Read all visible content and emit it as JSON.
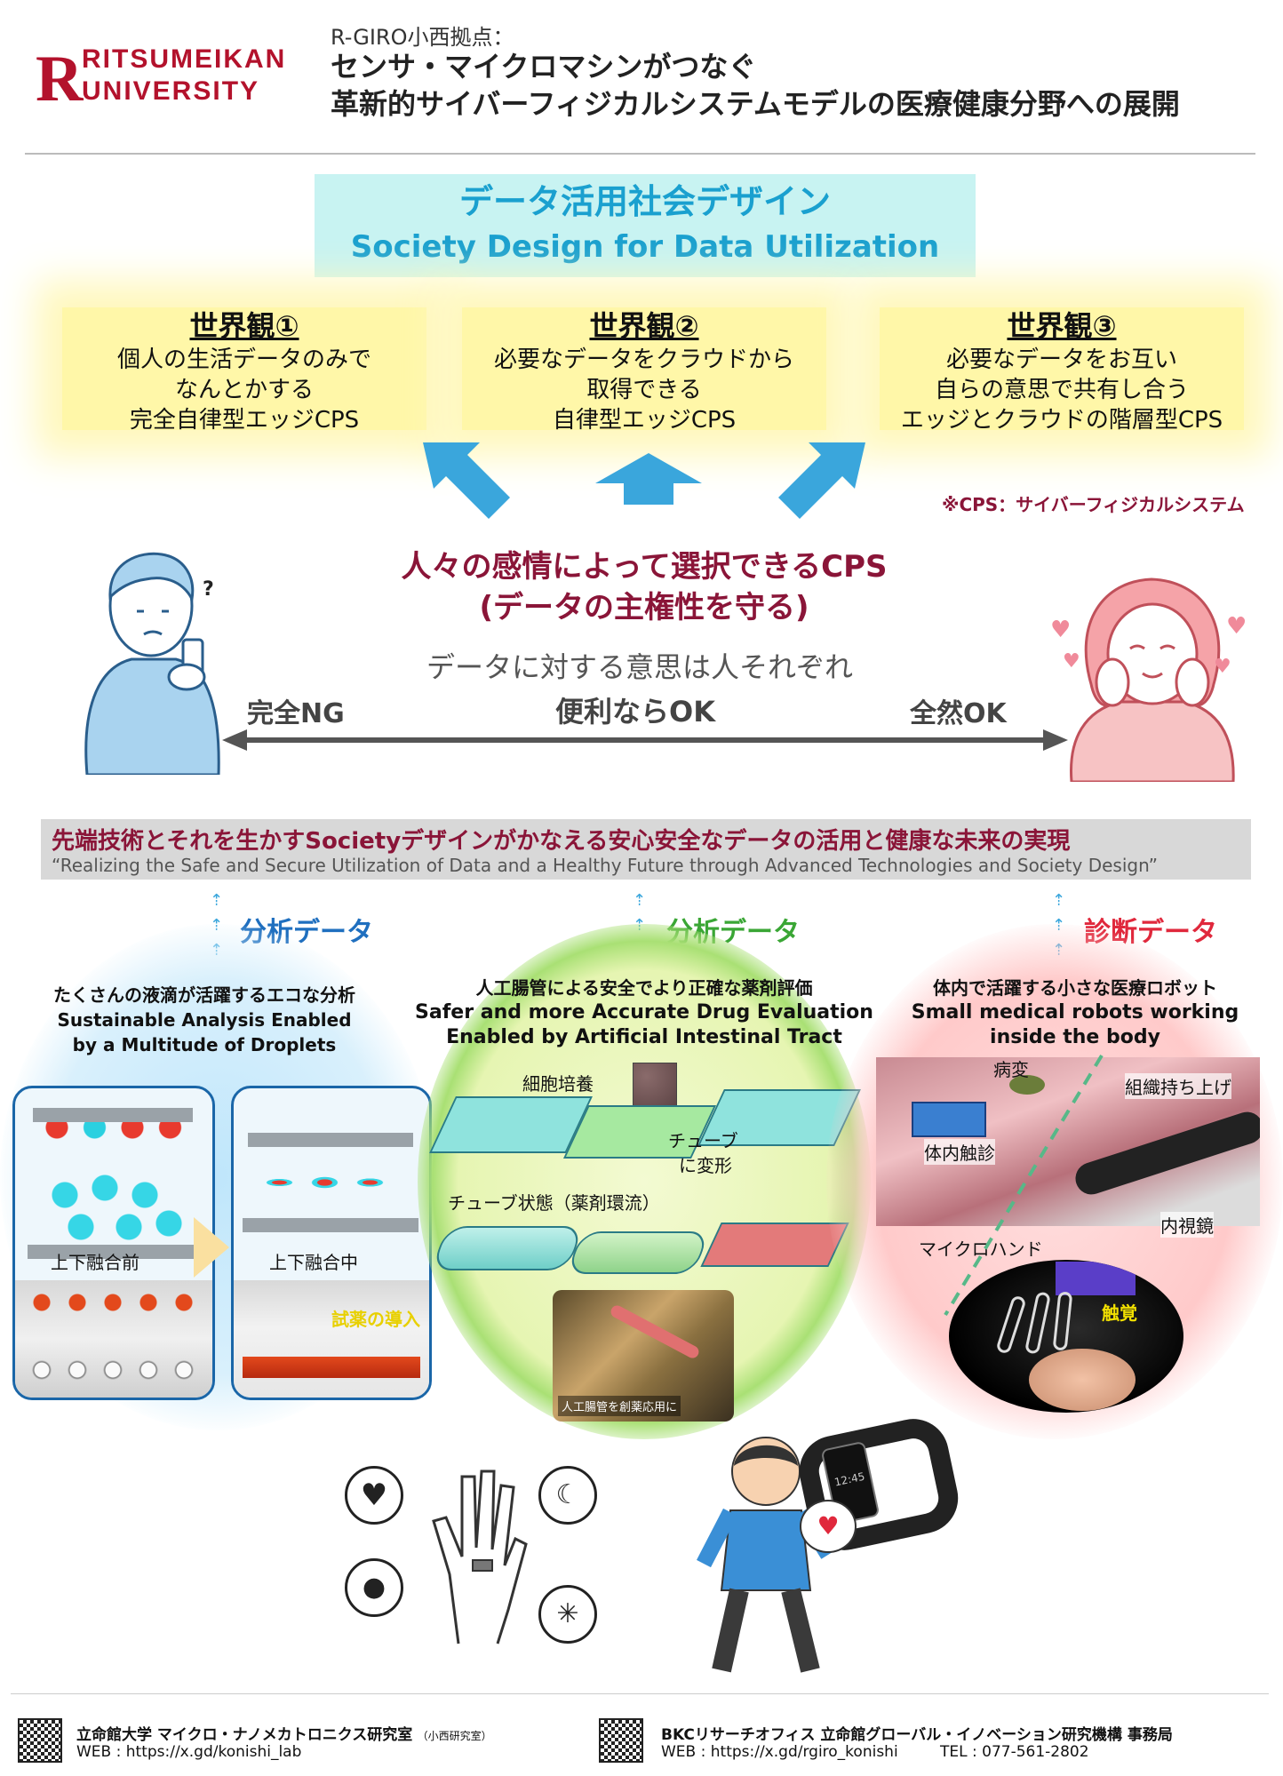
{
  "header": {
    "logo_r": "R",
    "logo_line1": "RITSUMEIKAN",
    "logo_line2": "UNIVERSITY",
    "subtitle": "R-GIRO小西拠点：",
    "title_line1": "センサ・マイクロマシンがつなぐ",
    "title_line2": "革新的サイバーフィジカルシステムモデルの医療健康分野への展開"
  },
  "society": {
    "jp": "データ活用社会デザイン",
    "en": "Society Design for Data Utilization"
  },
  "worldviews": [
    {
      "title": "世界観①",
      "lines": [
        "個人の生活データのみで",
        "なんとかする",
        "完全自律型エッジCPS"
      ]
    },
    {
      "title": "世界観②",
      "lines": [
        "必要なデータをクラウドから",
        "取得できる",
        "自律型エッジCPS"
      ]
    },
    {
      "title": "世界観③",
      "lines": [
        "必要なデータをお互い",
        "自らの意思で共有し合う",
        "エッジとクラウドの階層型CPS"
      ]
    }
  ],
  "cps_note": "※CPS：サイバーフィジカルシステム",
  "emotion": {
    "line1": "人々の感情によって選択できるCPS",
    "line2": "(データの主権性を守る)",
    "intent": "データに対する意思は人それぞれ",
    "left": "完全NG",
    "center": "便利ならOK",
    "right": "全然OK",
    "question": "?"
  },
  "banner": {
    "jp": "先端技術とそれを生かすSocietyデザインがかなえる安心安全なデータの活用と健康な未来の実現",
    "en": "“Realizing the Safe and Secure Utilization of Data and a Healthy Future through Advanced Technologies and Society Design”"
  },
  "data_labels": [
    {
      "text": "分析データ",
      "color": "#1f6fbf"
    },
    {
      "text": "分析データ",
      "color": "#3aa635"
    },
    {
      "text": "診断データ",
      "color": "#e0283c"
    }
  ],
  "droplets": {
    "title_jp": "たくさんの液滴が活躍するエコな分析",
    "title_en1": "Sustainable Analysis Enabled",
    "title_en2": "by a Multitude of Droplets",
    "before": "上下融合前",
    "during": "上下融合中",
    "reagent": "試薬の導入"
  },
  "drug": {
    "title_jp": "人工腸管による安全でより正確な薬剤評価",
    "title_en1": "Safer and more Accurate Drug Evaluation",
    "title_en2": "Enabled by Artificial Intestinal Tract",
    "cell": "細胞培養",
    "tube1": "チューブ",
    "tube2": "に変形",
    "tube_state": "チューブ状態（薬剤環流）",
    "photo_caption": "人工腸管を創薬応用に"
  },
  "robot": {
    "title_jp": "体内で活躍する小さな医療ロボット",
    "title_en1": "Small medical robots working",
    "title_en2": "inside the body",
    "lesion": "病変",
    "lift": "組織持ち上げ",
    "palpation": "体内触診",
    "endoscope": "内視鏡",
    "microhand": "マイクロハンド",
    "touch": "触覚"
  },
  "watch": {
    "time": "12:45"
  },
  "footer": {
    "left_org": "立命館大学 マイクロ・ナノメカトロニクス研究室",
    "left_small": "（小西研究室）",
    "left_web": "WEB : https://x.gd/konishi_lab",
    "right_org": "BKCリサーチオフィス 立命館グローバル・イノベーション研究機構 事務局",
    "right_web": "WEB : https://x.gd/rgiro_konishi",
    "right_tel": "TEL : 077-561-2802"
  },
  "colors": {
    "brand": "#b3122c",
    "accent": "#8a1538",
    "cyan": "#1aa0cf",
    "arrow": "#3aa6dc"
  },
  "icons": [
    "heart-icon",
    "sleep-icon",
    "oxygen-icon",
    "running-icon",
    "ring-icon",
    "smartwatch-icon"
  ]
}
